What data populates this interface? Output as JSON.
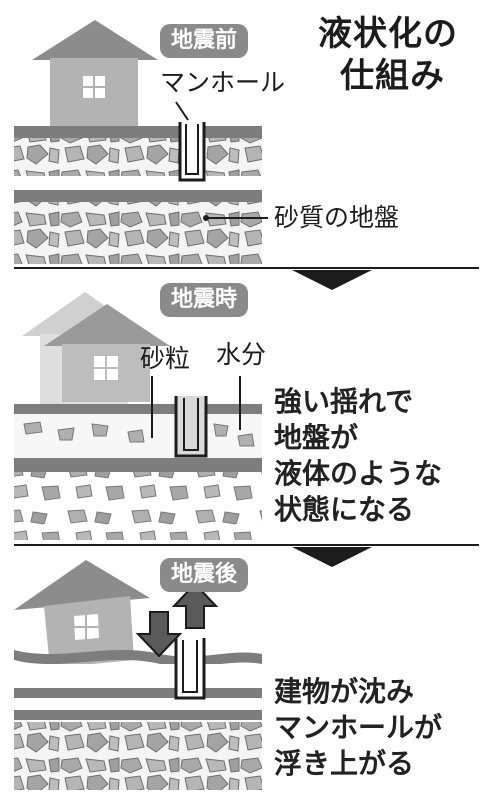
{
  "title_lines": [
    "液状化の",
    "仕組み"
  ],
  "stages": [
    {
      "badge": "地震前",
      "labels": [
        "マンホール",
        "砂質の地盤"
      ]
    },
    {
      "badge": "地震時",
      "labels": [
        "砂粒",
        "水分"
      ],
      "description": [
        "強い揺れで",
        "地盤が",
        "液体のような",
        "状態になる"
      ]
    },
    {
      "badge": "地震後",
      "description": [
        "建物が沈み",
        "マンホールが",
        "浮き上がる"
      ]
    }
  ],
  "colors": {
    "ink": "#1c1c1c",
    "badge": "#8a8a8a",
    "ground": "#7d7d7d",
    "stone": "#a9a9a9",
    "paper": "#ffffff"
  }
}
